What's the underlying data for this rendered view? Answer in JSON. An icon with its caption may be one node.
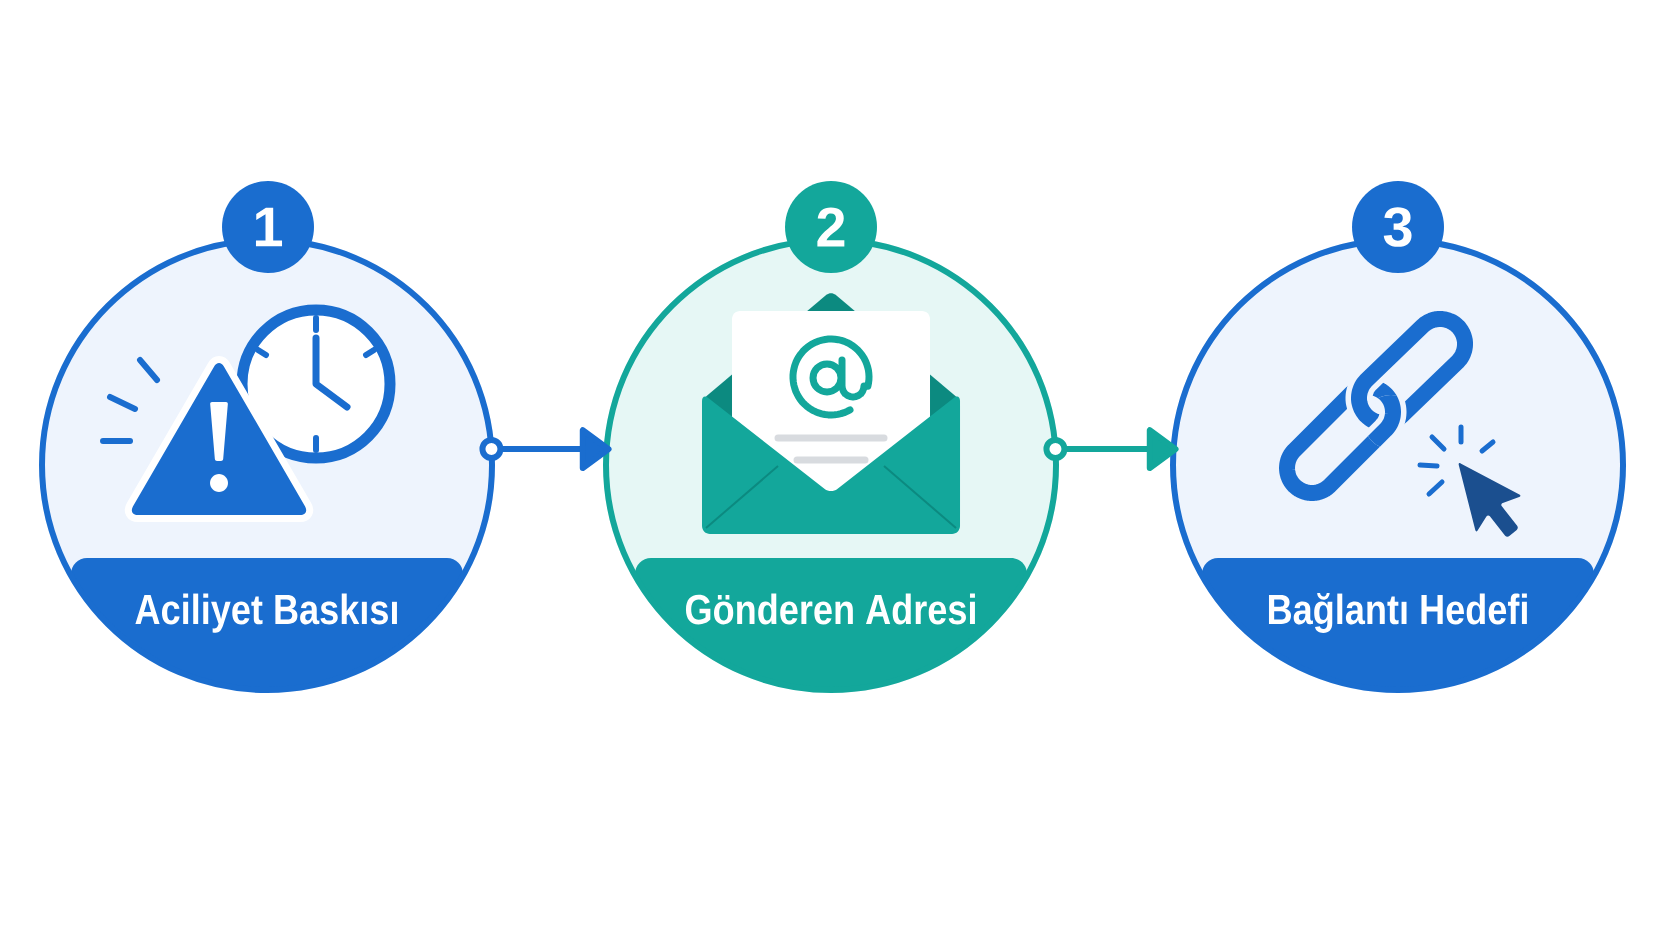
{
  "diagram": {
    "nodes": [
      {
        "text": [
          "1"
        ]
      },
      {
        "text": [
          "Aciliyet Baskısı"
        ]
      },
      {
        "text": [
          "2"
        ]
      },
      {
        "text": [
          "Gönderen Adresi"
        ]
      },
      {
        "text": [
          "3"
        ]
      },
      {
        "text": [
          "Bağlantı Hedefi"
        ]
      }
    ],
    "edges": [
      {
        "from": 1,
        "to": 3,
        "arrow": "to",
        "color": "#1a6dcf"
      },
      {
        "from": 3,
        "to": 5,
        "arrow": "to",
        "color": "#13a79b"
      }
    ]
  }
}
